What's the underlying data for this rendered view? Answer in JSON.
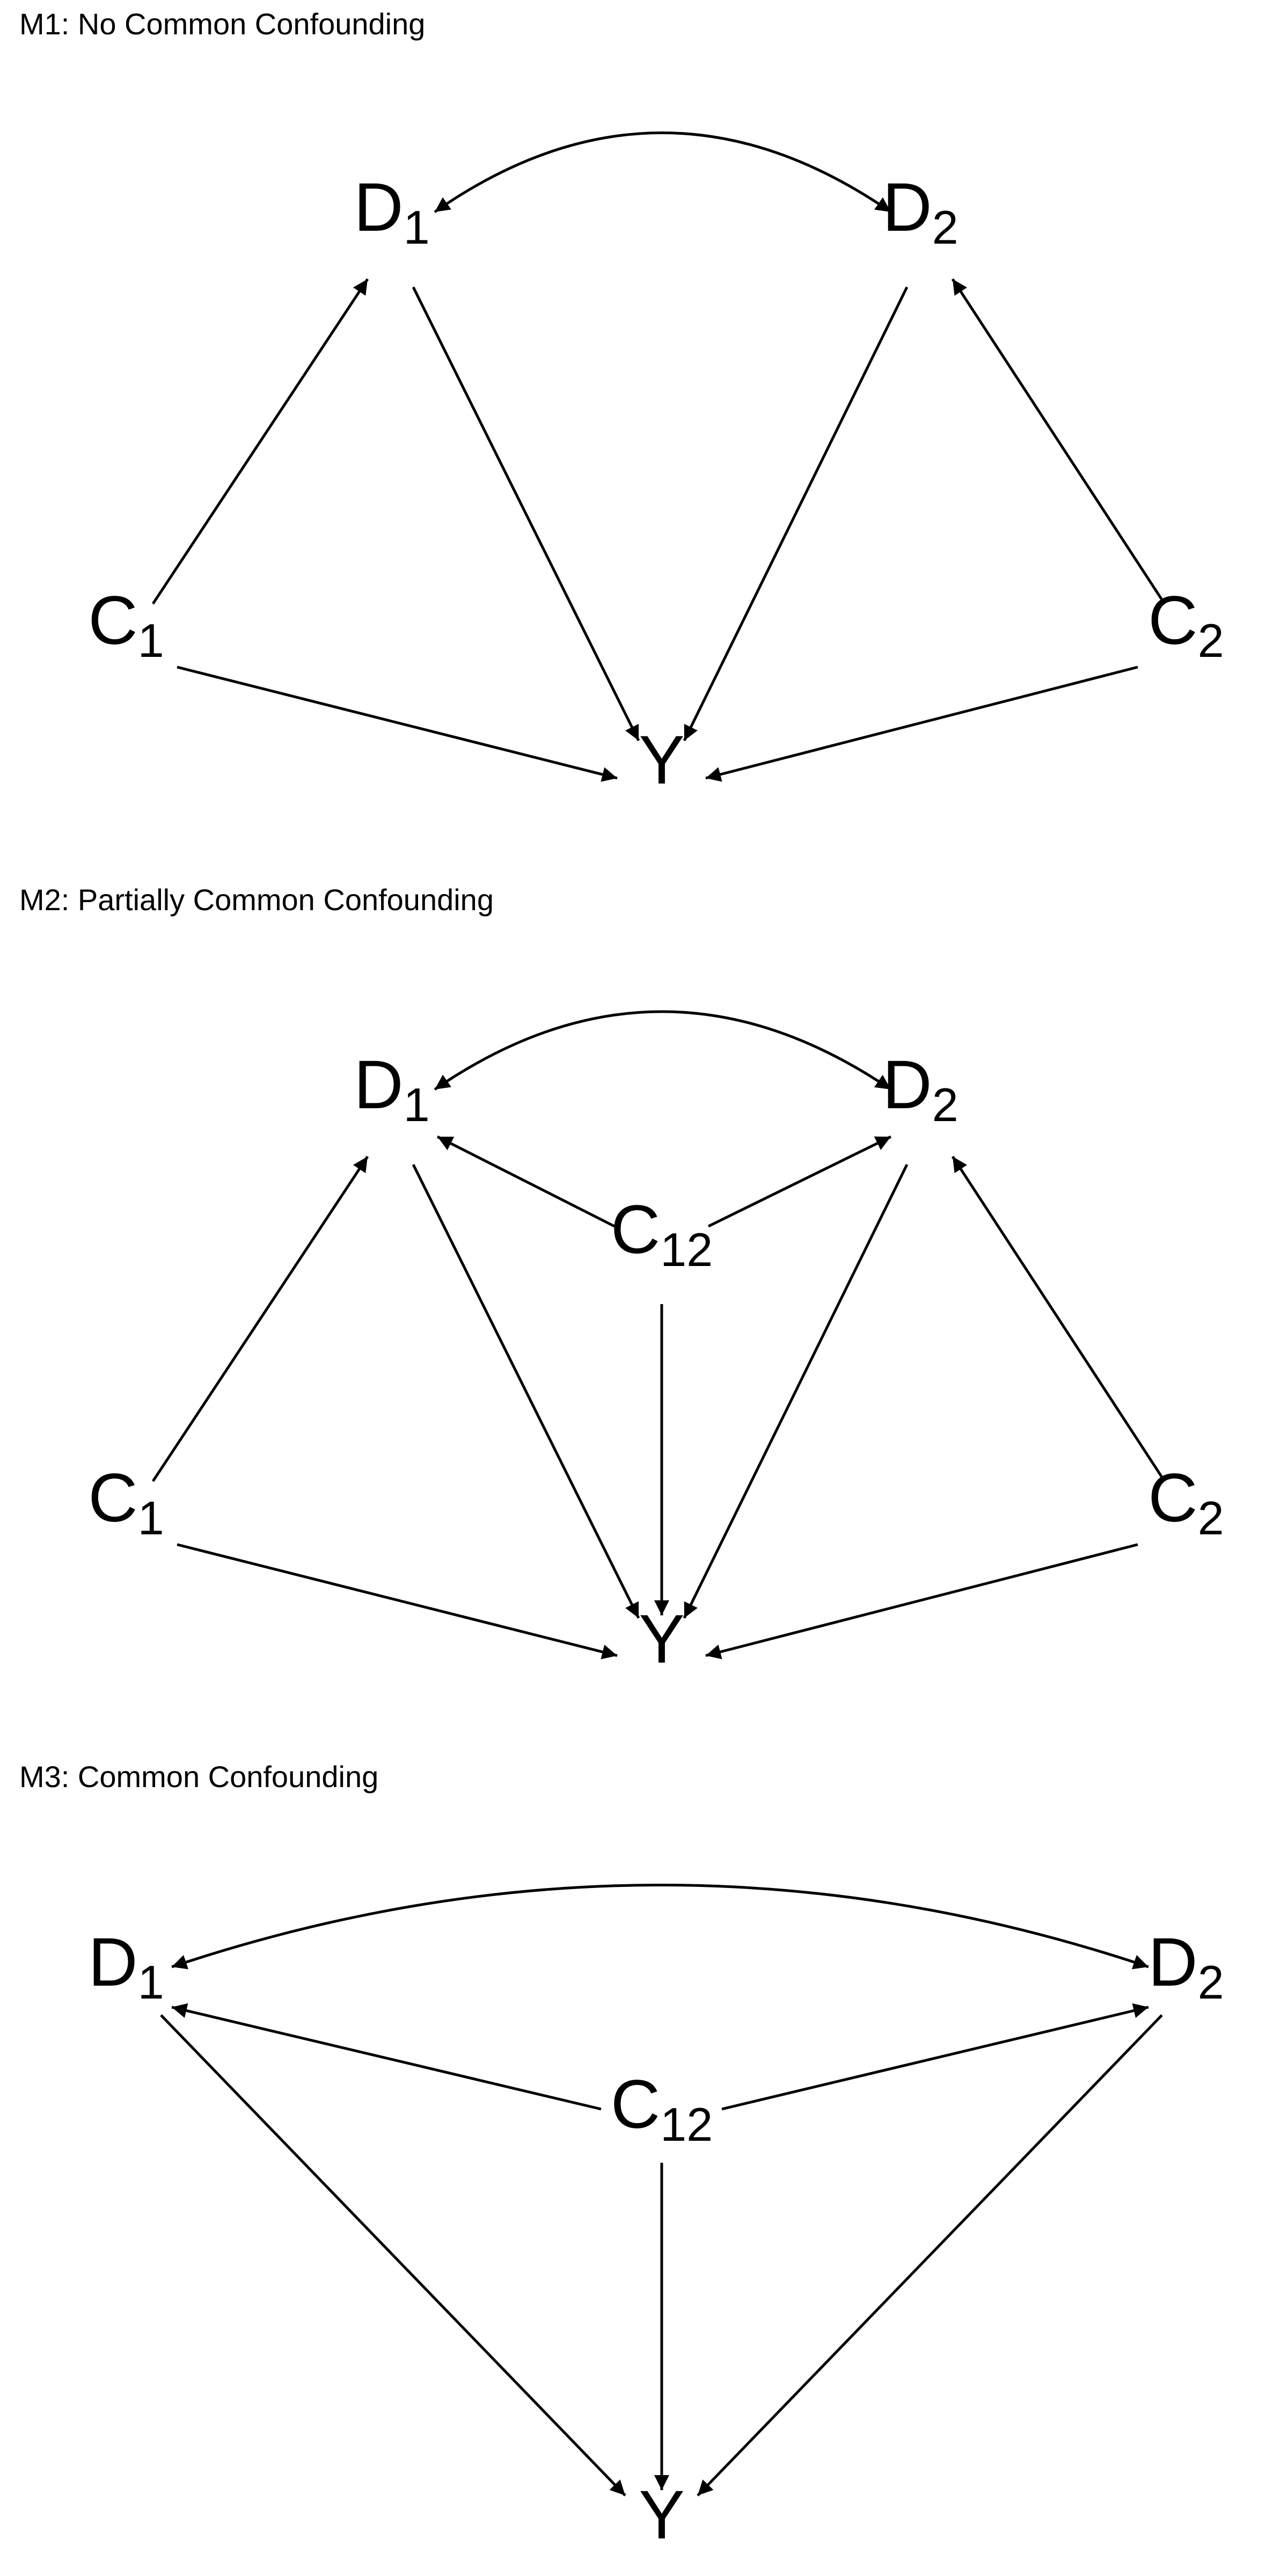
{
  "panels": [
    {
      "id": "m1",
      "title": "M1: No Common Confounding",
      "nodes": [
        {
          "id": "D1",
          "base": "D",
          "sub": "1"
        },
        {
          "id": "D2",
          "base": "D",
          "sub": "2"
        },
        {
          "id": "C1",
          "base": "C",
          "sub": "1"
        },
        {
          "id": "C2",
          "base": "C",
          "sub": "2"
        },
        {
          "id": "Y",
          "base": "Y",
          "sub": ""
        }
      ],
      "edges": [
        {
          "from": "D1",
          "to": "D2",
          "kind": "bidirected"
        },
        {
          "from": "C1",
          "to": "D1",
          "kind": "directed"
        },
        {
          "from": "D1",
          "to": "Y",
          "kind": "directed"
        },
        {
          "from": "C1",
          "to": "Y",
          "kind": "directed"
        },
        {
          "from": "C2",
          "to": "D2",
          "kind": "directed"
        },
        {
          "from": "D2",
          "to": "Y",
          "kind": "directed"
        },
        {
          "from": "C2",
          "to": "Y",
          "kind": "directed"
        }
      ]
    },
    {
      "id": "m2",
      "title": "M2: Partially Common Confounding",
      "nodes": [
        {
          "id": "D1",
          "base": "D",
          "sub": "1"
        },
        {
          "id": "D2",
          "base": "D",
          "sub": "2"
        },
        {
          "id": "C12",
          "base": "C",
          "sub": "12"
        },
        {
          "id": "C1",
          "base": "C",
          "sub": "1"
        },
        {
          "id": "C2",
          "base": "C",
          "sub": "2"
        },
        {
          "id": "Y",
          "base": "Y",
          "sub": ""
        }
      ],
      "edges": [
        {
          "from": "D1",
          "to": "D2",
          "kind": "bidirected"
        },
        {
          "from": "C12",
          "to": "D1",
          "kind": "directed"
        },
        {
          "from": "C12",
          "to": "D2",
          "kind": "directed"
        },
        {
          "from": "C12",
          "to": "Y",
          "kind": "directed"
        },
        {
          "from": "C1",
          "to": "D1",
          "kind": "directed"
        },
        {
          "from": "D1",
          "to": "Y",
          "kind": "directed"
        },
        {
          "from": "C1",
          "to": "Y",
          "kind": "directed"
        },
        {
          "from": "C2",
          "to": "D2",
          "kind": "directed"
        },
        {
          "from": "D2",
          "to": "Y",
          "kind": "directed"
        },
        {
          "from": "C2",
          "to": "Y",
          "kind": "directed"
        }
      ]
    },
    {
      "id": "m3",
      "title": "M3: Common Confounding",
      "nodes": [
        {
          "id": "D1",
          "base": "D",
          "sub": "1"
        },
        {
          "id": "D2",
          "base": "D",
          "sub": "2"
        },
        {
          "id": "C12",
          "base": "C",
          "sub": "12"
        },
        {
          "id": "Y",
          "base": "Y",
          "sub": ""
        }
      ],
      "edges": [
        {
          "from": "D1",
          "to": "D2",
          "kind": "bidirected"
        },
        {
          "from": "C12",
          "to": "D1",
          "kind": "directed"
        },
        {
          "from": "C12",
          "to": "D2",
          "kind": "directed"
        },
        {
          "from": "C12",
          "to": "Y",
          "kind": "directed"
        },
        {
          "from": "D1",
          "to": "Y",
          "kind": "directed"
        },
        {
          "from": "D2",
          "to": "Y",
          "kind": "directed"
        }
      ]
    }
  ]
}
